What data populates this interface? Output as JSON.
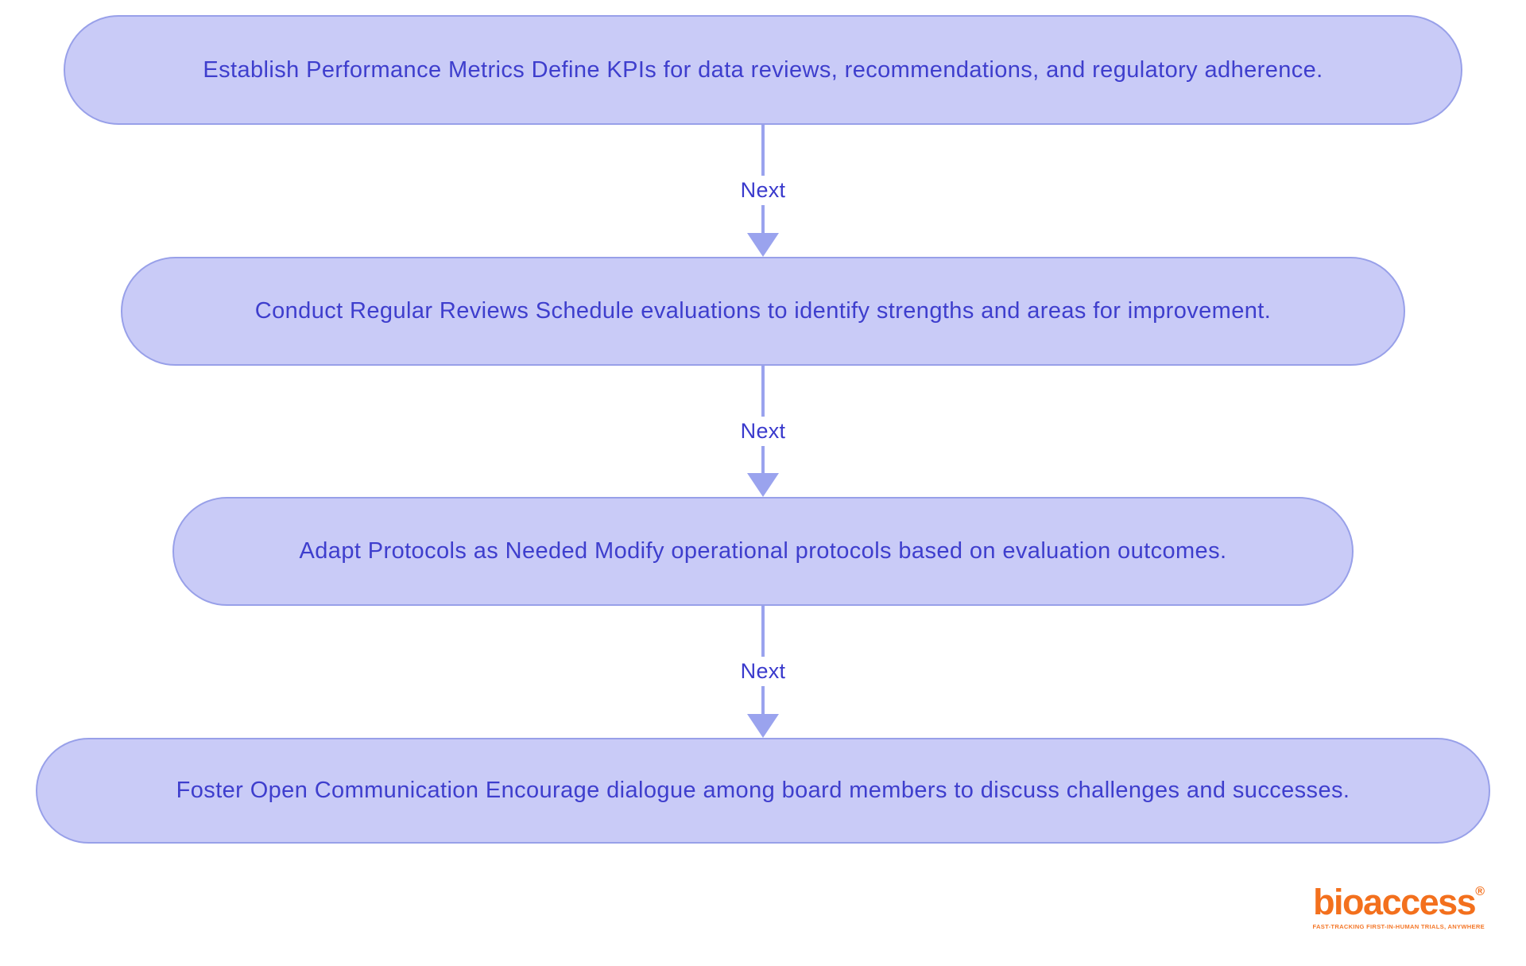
{
  "flowchart": {
    "steps": [
      {
        "text": "Establish Performance Metrics Define KPIs for data reviews, recommendations, and regulatory adherence."
      },
      {
        "text": "Conduct Regular Reviews Schedule evaluations to identify strengths and areas for improvement."
      },
      {
        "text": "Adapt Protocols as Needed Modify operational protocols based on evaluation outcomes."
      },
      {
        "text": "Foster Open Communication Encourage dialogue among board members to discuss challenges and successes."
      }
    ],
    "connectors": [
      {
        "label": "Next"
      },
      {
        "label": "Next"
      },
      {
        "label": "Next"
      }
    ]
  },
  "colors": {
    "node_fill": "#c9cbf7",
    "node_border": "#98a0e9",
    "node_text": "#3e3ecd",
    "arrow": "#9aa3ee",
    "logo_orange": "#f3701d",
    "background": "#ffffff"
  },
  "logo": {
    "wordmark": "bioaccess",
    "registered_mark": "®",
    "tagline": "FAST-TRACKING FIRST-IN-HUMAN TRIALS, ANYWHERE"
  }
}
